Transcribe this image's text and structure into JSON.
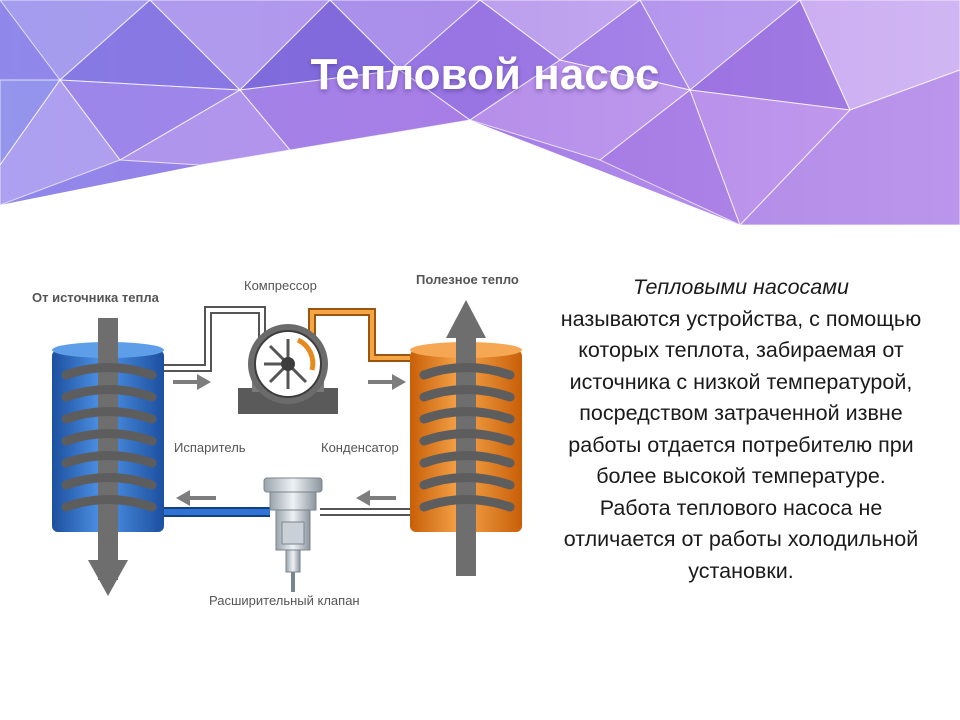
{
  "slide": {
    "title": "Тепловой насос"
  },
  "diagram": {
    "labels": {
      "source_heat": "От источника тепла",
      "compressor": "Компрессор",
      "useful_heat": "Полезное тепло",
      "evaporator": "Испаритель",
      "condenser": "Конденсатор",
      "expansion_valve": "Расширительный клапан"
    },
    "colors": {
      "cold": "#2f6fd0",
      "hot": "#ef8a1e",
      "coil": "#6b6b6b",
      "arrow": "#7d7d7d"
    }
  },
  "description": {
    "lead": "Тепловыми насосами",
    "body": "называются устройства, с помощью которых теплота, забираемая от источника с низкой температурой, посредством затраченной извне работы отдается потребителю при более высокой температуре. Работа теплового насоса не отличается от работы холодильной установки."
  }
}
